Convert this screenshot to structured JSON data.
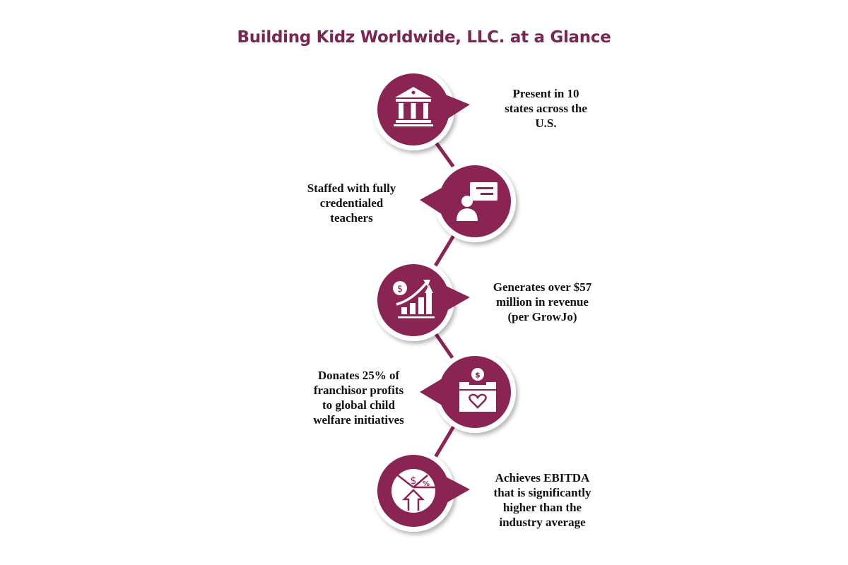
{
  "title": "Building Kidz Worldwide, LLC. at a Glance",
  "colors": {
    "accent": "#8a2453",
    "title": "#7a2650",
    "text": "#111111"
  },
  "items": [
    {
      "icon": "bank-building-icon",
      "side": "right",
      "lines": [
        "Present in 10",
        "states across the",
        "U.S."
      ]
    },
    {
      "icon": "teacher-presentation-icon",
      "side": "left",
      "lines": [
        "Staffed with fully",
        "credentialed",
        "teachers"
      ]
    },
    {
      "icon": "revenue-growth-icon",
      "side": "right",
      "lines": [
        "Generates over $57",
        "million in revenue",
        "(per GrowJo)"
      ]
    },
    {
      "icon": "donation-box-icon",
      "side": "left",
      "lines": [
        "Donates 25% of",
        "franchisor profits",
        "to global child",
        "welfare initiatives"
      ]
    },
    {
      "icon": "ebitda-pie-icon",
      "side": "right",
      "lines": [
        "Achieves EBITDA",
        "that is significantly",
        "higher than the",
        "industry average"
      ]
    }
  ]
}
